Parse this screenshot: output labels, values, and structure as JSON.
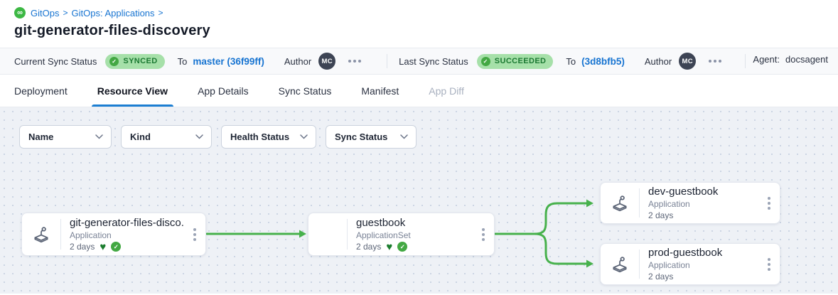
{
  "breadcrumb": {
    "logo": "gitops-infinity-logo",
    "items": [
      "GitOps",
      "GitOps: Applications"
    ],
    "separator": ">"
  },
  "page_title": "git-generator-files-discovery",
  "status_bar": {
    "current": {
      "label": "Current Sync Status",
      "badge": "SYNCED",
      "to_label": "To",
      "revision": "master (36f99ff)",
      "author_label": "Author",
      "author_initials": "MC"
    },
    "last": {
      "label": "Last Sync Status",
      "badge": "SUCCEEDED",
      "to_label": "To",
      "revision": "(3d8bfb5)",
      "author_label": "Author",
      "author_initials": "MC"
    },
    "agent_label": "Agent:",
    "agent_value": "docsagent"
  },
  "tabs": {
    "items": [
      {
        "label": "Deployment",
        "state": "normal"
      },
      {
        "label": "Resource View",
        "state": "active"
      },
      {
        "label": "App Details",
        "state": "normal"
      },
      {
        "label": "Sync Status",
        "state": "normal"
      },
      {
        "label": "Manifest",
        "state": "normal"
      },
      {
        "label": "App Diff",
        "state": "disabled"
      }
    ]
  },
  "filters": {
    "items": [
      {
        "label": "Name"
      },
      {
        "label": "Kind"
      },
      {
        "label": "Health Status"
      },
      {
        "label": "Sync Status"
      }
    ]
  },
  "graph": {
    "nodes": [
      {
        "title": "git-generator-files-disco...",
        "kind": "Application",
        "age": "2 days",
        "healthy": true,
        "synced": true
      },
      {
        "title": "guestbook",
        "kind": "ApplicationSet",
        "age": "2 days",
        "healthy": true,
        "synced": true
      },
      {
        "title": "dev-guestbook",
        "kind": "Application",
        "age": "2 days",
        "healthy": false,
        "synced": false
      },
      {
        "title": "prod-guestbook",
        "kind": "Application",
        "age": "2 days",
        "healthy": false,
        "synced": false
      }
    ],
    "edge_color": "#47b14c"
  },
  "colors": {
    "accent_blue": "#1774d1",
    "badge_bg": "#a6e0a9",
    "badge_text": "#1c7a33",
    "edge_green": "#47b14c",
    "logo_green": "#3db844"
  }
}
